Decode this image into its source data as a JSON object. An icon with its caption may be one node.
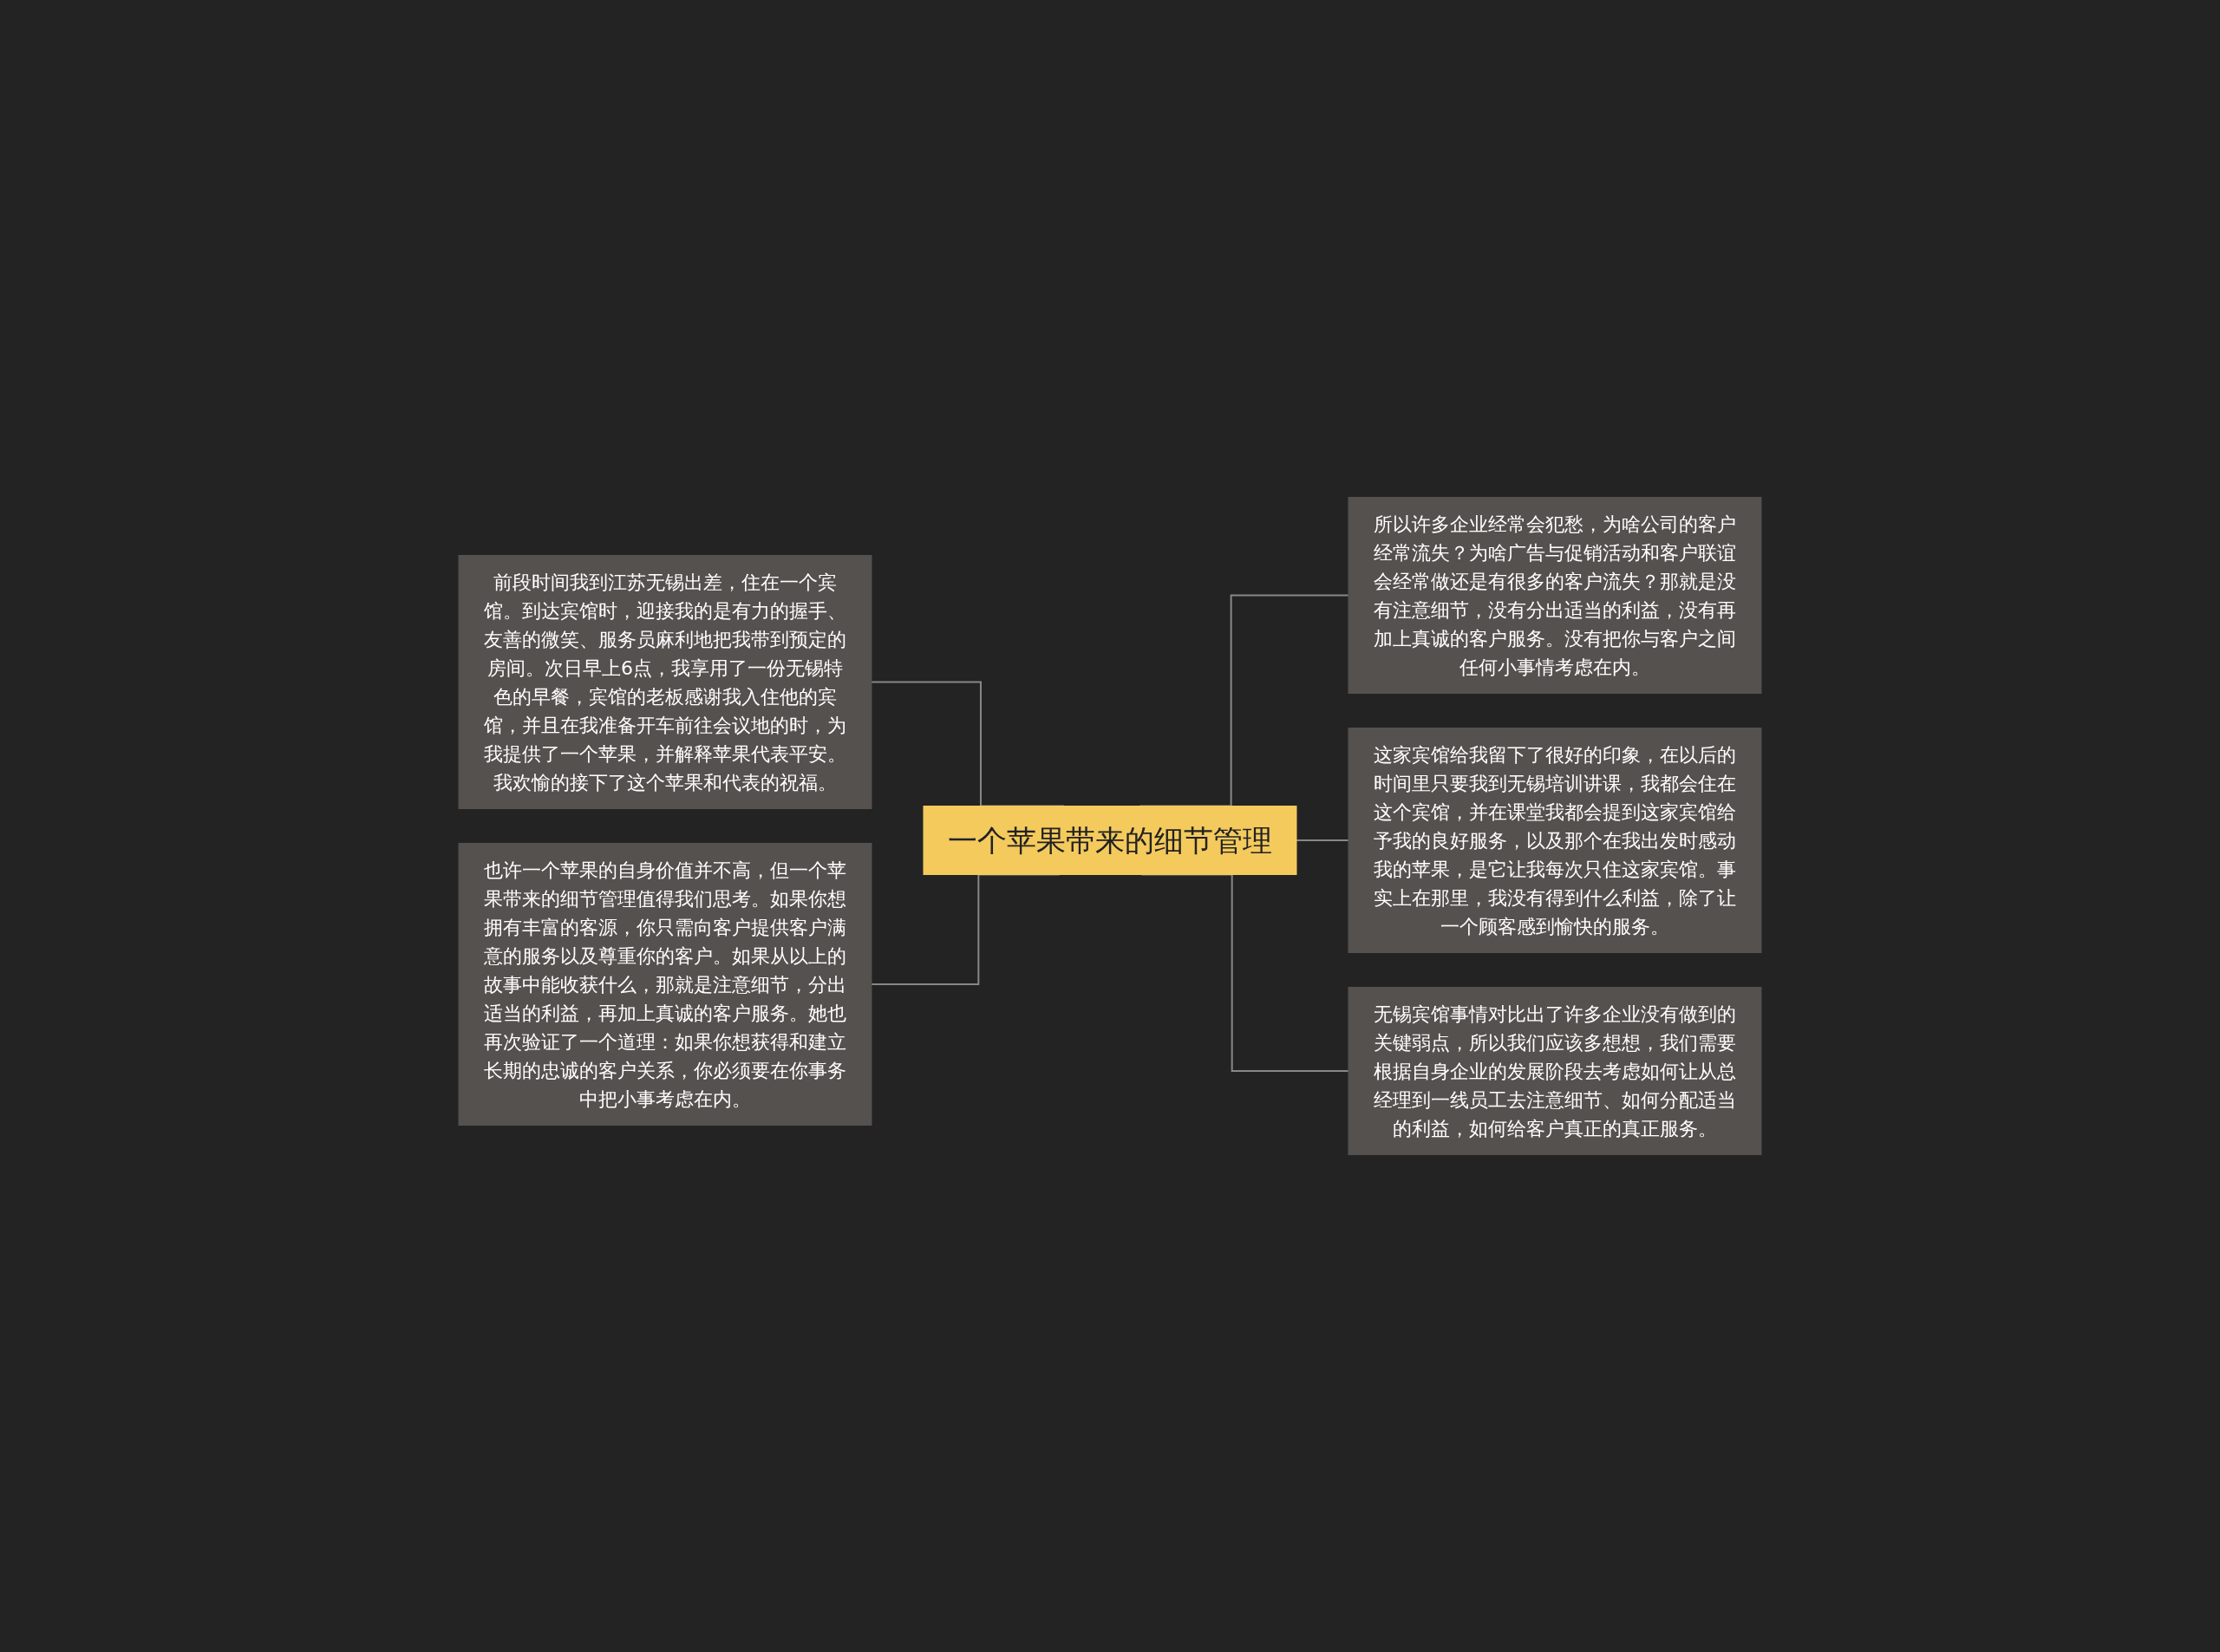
{
  "diagram": {
    "nodes": [
      {
        "text": [
          "一个苹果带来的细节管理"
        ]
      },
      {
        "text": [
          "前段时间我到江苏无锡出差，住在一个宾馆。到达宾馆时，迎接我的是有力的握手、友善的微笑、服务员麻利地把我带到预定的房间。次日早上6点，我享用了一份无锡特色的早餐，宾馆的老板感谢我入住他的宾馆，并且在我准备开车前往会议地的时，为我提供了一个苹果，并解释苹果代表平安。我欢愉的接下了这个苹果和代表的祝福。"
        ]
      },
      {
        "text": [
          "也许一个苹果的自身价值并不高，但一个苹果带来的细节管理值得我们思考。如果你想拥有丰富的客源，你只需向客户提供客户满意的服务以及尊重你的客户。如果从以上的故事中能收获什么，那就是注意细节，分出适当的利益，再加上真诚的客户服务。她也再次验证了一个道理：如果你想获得和建立长期的忠诚的客户关系，你必须要在你事务中把小事考虑在内。"
        ]
      },
      {
        "text": [
          "所以许多企业经常会犯愁，为啥公司的客户经常流失？为啥广告与促销活动和客户联谊会经常做还是有很多的客户流失？那就是没有注意细节，没有分出适当的利益，没有再加上真诚的客户服务。没有把你与客户之间任何小事情考虑在内。"
        ]
      },
      {
        "text": [
          "这家宾馆给我留下了很好的印象，在以后的时间里只要我到无锡培训讲课，我都会住在这个宾馆，并在课堂我都会提到这家宾馆给予我的良好服务，以及那个在我出发时感动我的苹果，是它让我每次只住这家宾馆。事实上在那里，我没有得到什么利益，除了让一个顾客感到愉快的服务。"
        ]
      },
      {
        "text": [
          "无锡宾馆事情对比出了许多企业没有做到的关键弱点，所以我们应该多想想，我们需要根据自身企业的发展阶段去考虑如何让从总经理到一线员工去注意细节、如何分配适当的利益，如何给客户真正的真正服务。"
        ]
      }
    ],
    "edges": [
      {
        "from": 0,
        "to": 1,
        "arrow": "none"
      },
      {
        "from": 0,
        "to": 2,
        "arrow": "none"
      },
      {
        "from": 0,
        "to": 3,
        "arrow": "none"
      },
      {
        "from": 0,
        "to": 4,
        "arrow": "none"
      },
      {
        "from": 0,
        "to": 5,
        "arrow": "none"
      }
    ]
  }
}
